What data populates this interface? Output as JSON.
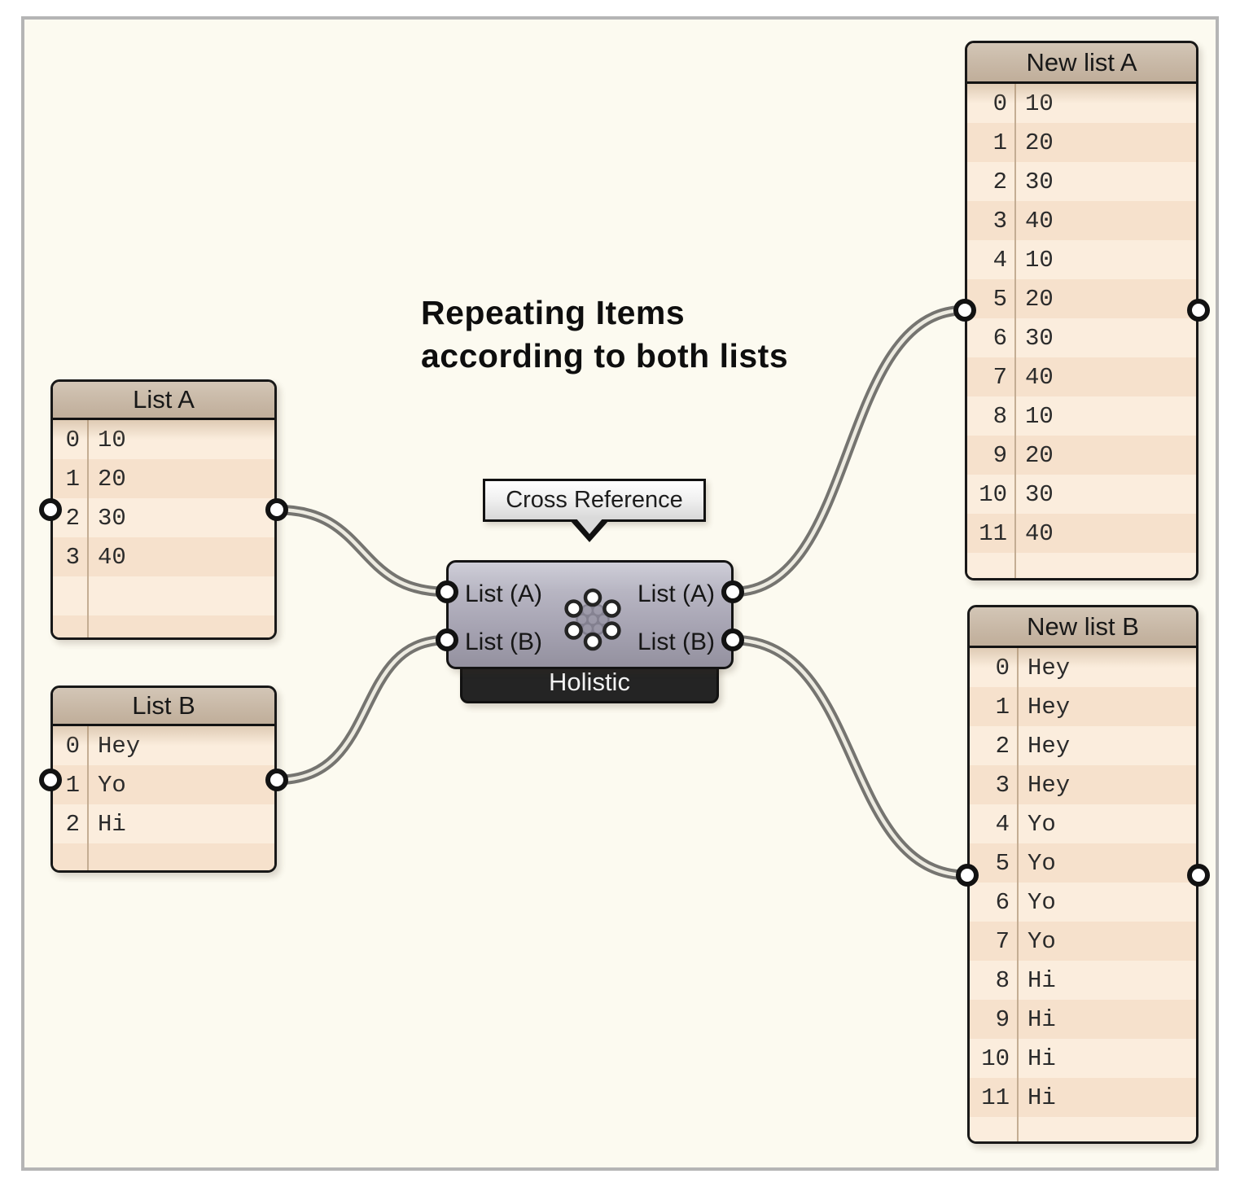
{
  "title": {
    "line1": "Repeating Items",
    "line2": "according to both lists"
  },
  "tooltip": {
    "label": "Cross Reference"
  },
  "component": {
    "name": "Holistic",
    "icon": "cross-reference-icon",
    "inputs": [
      {
        "label": "List (A)"
      },
      {
        "label": "List (B)"
      }
    ],
    "outputs": [
      {
        "label": "List (A)"
      },
      {
        "label": "List (B)"
      }
    ]
  },
  "panels": {
    "list_a": {
      "title": "List A",
      "rows": [
        [
          "0",
          "10"
        ],
        [
          "1",
          "20"
        ],
        [
          "2",
          "30"
        ],
        [
          "3",
          "40"
        ]
      ]
    },
    "list_b": {
      "title": "List B",
      "rows": [
        [
          "0",
          "Hey"
        ],
        [
          "1",
          "Yo"
        ],
        [
          "2",
          "Hi"
        ]
      ]
    },
    "new_list_a": {
      "title": "New list A",
      "rows": [
        [
          "0",
          "10"
        ],
        [
          "1",
          "20"
        ],
        [
          "2",
          "30"
        ],
        [
          "3",
          "40"
        ],
        [
          "4",
          "10"
        ],
        [
          "5",
          "20"
        ],
        [
          "6",
          "30"
        ],
        [
          "7",
          "40"
        ],
        [
          "8",
          "10"
        ],
        [
          "9",
          "20"
        ],
        [
          "10",
          "30"
        ],
        [
          "11",
          "40"
        ]
      ]
    },
    "new_list_b": {
      "title": "New list B",
      "rows": [
        [
          "0",
          "Hey"
        ],
        [
          "1",
          "Hey"
        ],
        [
          "2",
          "Hey"
        ],
        [
          "3",
          "Hey"
        ],
        [
          "4",
          "Yo"
        ],
        [
          "5",
          "Yo"
        ],
        [
          "6",
          "Yo"
        ],
        [
          "7",
          "Yo"
        ],
        [
          "8",
          "Hi"
        ],
        [
          "9",
          "Hi"
        ],
        [
          "10",
          "Hi"
        ],
        [
          "11",
          "Hi"
        ]
      ]
    }
  },
  "colors": {
    "canvas_bg": "#FCFAF0",
    "frame_border": "#B5B5B5",
    "panel_header": "#C8B8A6",
    "panel_row_dark": "#F6E1CC",
    "panel_row_light": "#FBEDDD",
    "panel_border": "#181818",
    "wire": "#757470",
    "component_body": "#A5A2B1",
    "component_footer": "#242424",
    "tooltip_bg": "#EDEDED"
  }
}
